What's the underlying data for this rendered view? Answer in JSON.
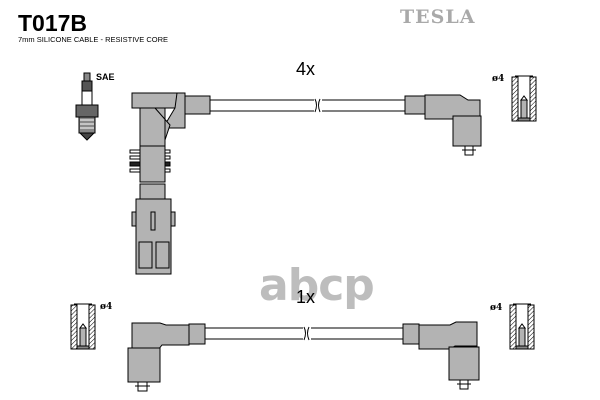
{
  "header": {
    "part_code": "T017B",
    "subtitle": "7mm SILICONE CABLE - RESISTIVE CORE",
    "brand": "TESLA"
  },
  "watermark": "abcp",
  "spark_plug": {
    "label": "SAE"
  },
  "leads": [
    {
      "name": "top-lead",
      "quantity": "4x",
      "left_end": "straight-plug-boot",
      "right_end": "angled-coil-boot",
      "terminal": "ø4"
    },
    {
      "name": "bottom-lead",
      "quantity": "1x",
      "left_end": "angled-boot",
      "right_end": "angled-boot",
      "terminals": [
        "ø4",
        "ø4"
      ]
    }
  ],
  "colors": {
    "boot_fill": "#b3b3b3",
    "outline": "#000000",
    "brand": "#a9a9a9",
    "watermark": "#bdbdbd"
  }
}
